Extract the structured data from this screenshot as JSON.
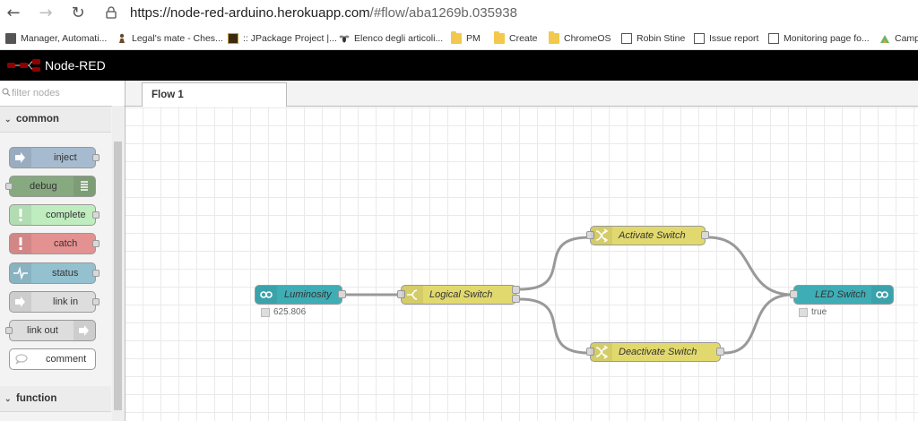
{
  "browser": {
    "url_main": "https://node-red-arduino.herokuapp.com",
    "url_path": "/#flow/aba1269b.035938",
    "bookmarks": [
      {
        "label": "Manager, Automati...",
        "icon": "apps-icon"
      },
      {
        "label": "Legal's mate - Ches...",
        "icon": "chess-pawn-icon"
      },
      {
        "label": ":: JPackage Project |...",
        "icon": "jpackage-icon"
      },
      {
        "label": "Elenco degli articoli...",
        "icon": "fly-icon"
      },
      {
        "label": "PM",
        "icon": "folder-icon"
      },
      {
        "label": "Create",
        "icon": "folder-icon"
      },
      {
        "label": "ChromeOS",
        "icon": "folder-icon"
      },
      {
        "label": "Robin Stine",
        "icon": "page-icon"
      },
      {
        "label": "Issue report",
        "icon": "page-icon"
      },
      {
        "label": "Monitoring page fo...",
        "icon": "page-icon"
      },
      {
        "label": "Camp",
        "icon": "campfire-icon"
      }
    ]
  },
  "header": {
    "title": "Node-RED"
  },
  "palette": {
    "filter_placeholder": "filter nodes",
    "categories": [
      "common",
      "function"
    ],
    "nodes": [
      {
        "label": "inject",
        "color": "#a6bbcf"
      },
      {
        "label": "debug",
        "color": "#87a980"
      },
      {
        "label": "complete",
        "color": "#c0edc0"
      },
      {
        "label": "catch",
        "color": "#e49191"
      },
      {
        "label": "status",
        "color": "#94c1d0"
      },
      {
        "label": "link in",
        "color": "#dddddd"
      },
      {
        "label": "link out",
        "color": "#dddddd"
      },
      {
        "label": "comment",
        "color": "#ffffff"
      }
    ]
  },
  "workspace": {
    "tab": "Flow 1",
    "nodes": {
      "luminosity": {
        "label": "Luminosity",
        "status": "625.806",
        "color": "#3fadb5"
      },
      "logical_switch": {
        "label": "Logical Switch",
        "color": "#e2d96e"
      },
      "activate_switch": {
        "label": "Activate Switch",
        "color": "#e2d96e"
      },
      "deactivate_switch": {
        "label": "Deactivate Switch",
        "color": "#e2d96e"
      },
      "led_switch": {
        "label": "LED Switch",
        "status": "true",
        "color": "#3fadb5"
      }
    }
  }
}
